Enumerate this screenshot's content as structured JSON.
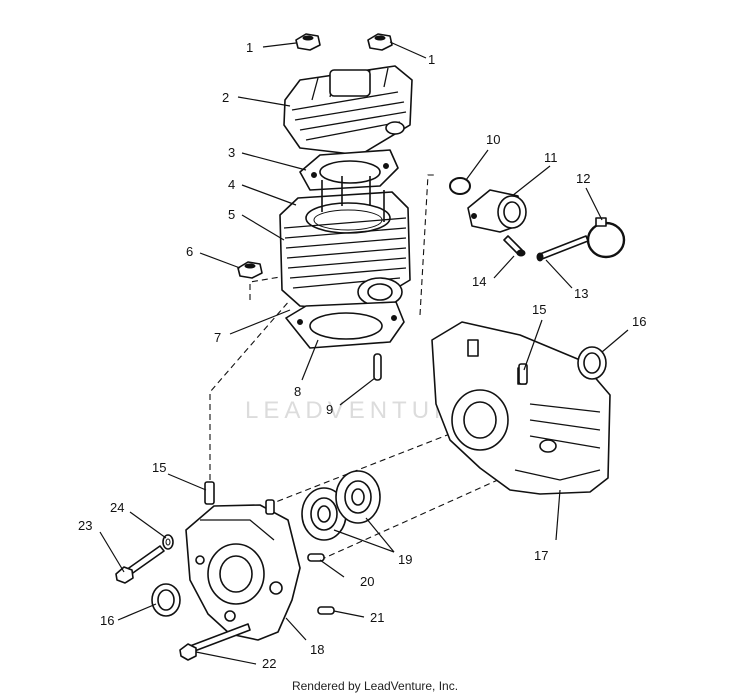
{
  "watermark": "LEADVENTURE",
  "footer": "Rendered by LeadVenture, Inc.",
  "callouts": {
    "c1a": "1",
    "c1b": "1",
    "c2": "2",
    "c3": "3",
    "c4": "4",
    "c5": "5",
    "c6": "6",
    "c7": "7",
    "c8": "8",
    "c9": "9",
    "c10": "10",
    "c11": "11",
    "c12": "12",
    "c13": "13",
    "c14": "14",
    "c15a": "15",
    "c15b": "15",
    "c16a": "16",
    "c16b": "16",
    "c17": "17",
    "c18": "18",
    "c19": "19",
    "c20": "20",
    "c21": "21",
    "c22": "22",
    "c23": "23",
    "c24": "24"
  }
}
